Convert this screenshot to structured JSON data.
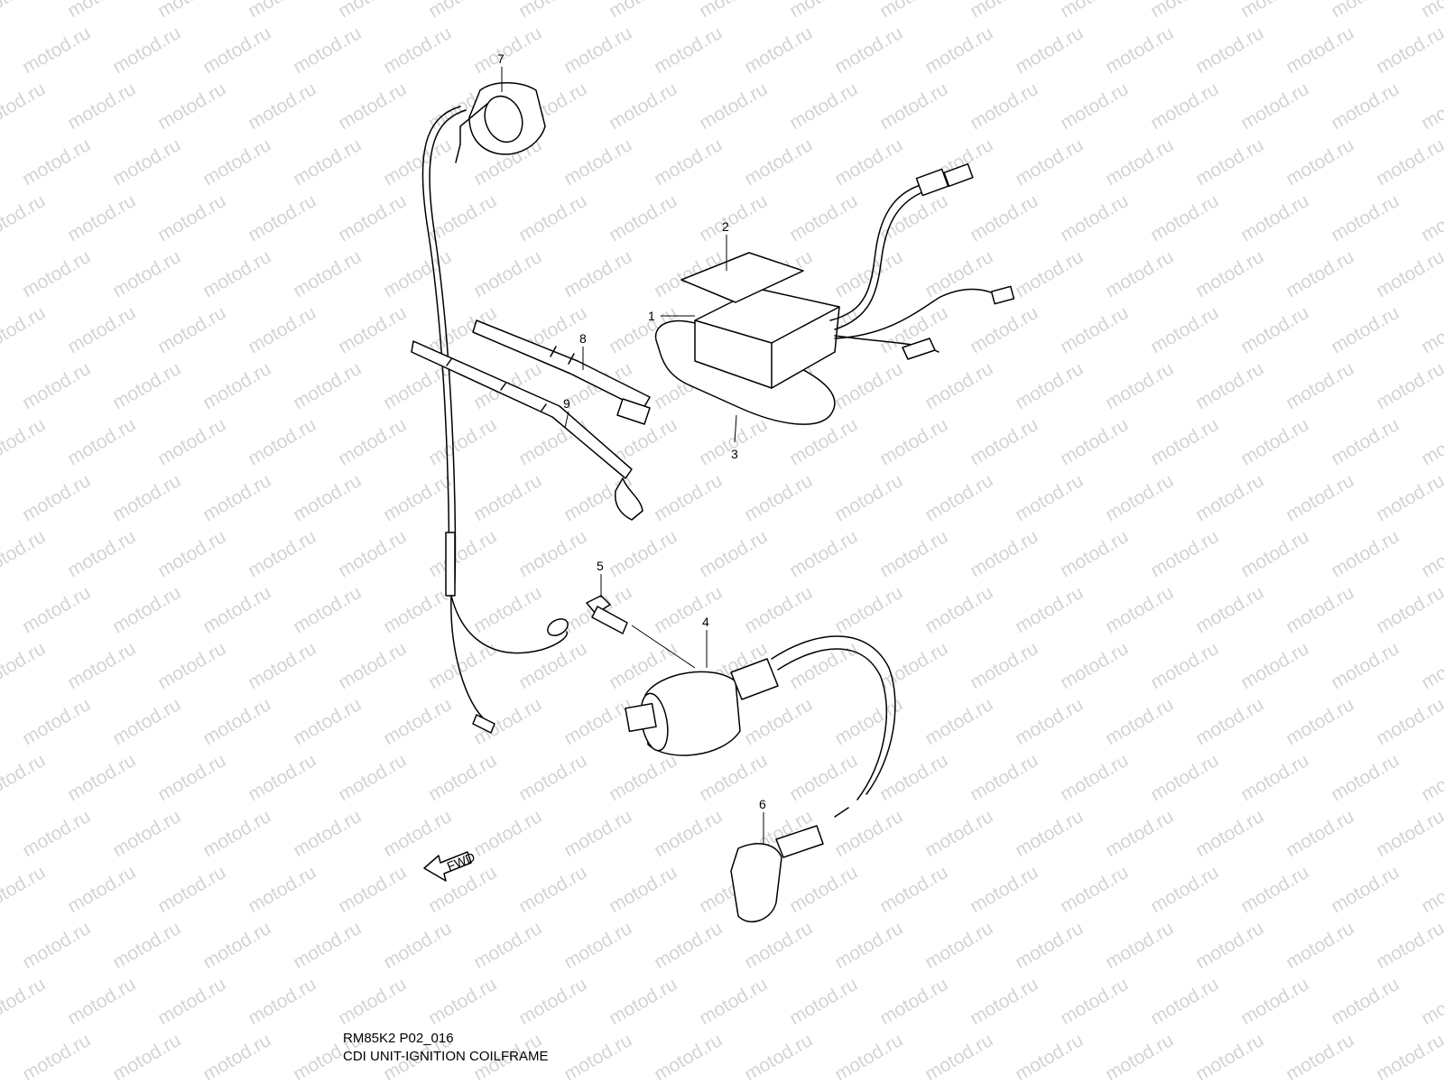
{
  "watermark": "motod.ru",
  "caption": {
    "code": "RM85K2 P02_016",
    "title": "CDI UNIT-IGNITION COILFRAME"
  },
  "fwd_label": "FWD",
  "callouts": [
    "1",
    "2",
    "3",
    "4",
    "5",
    "6",
    "7",
    "8",
    "9"
  ],
  "colors": {
    "line": "#000000",
    "watermark": "#d4d4d4",
    "background": "#ffffff"
  }
}
